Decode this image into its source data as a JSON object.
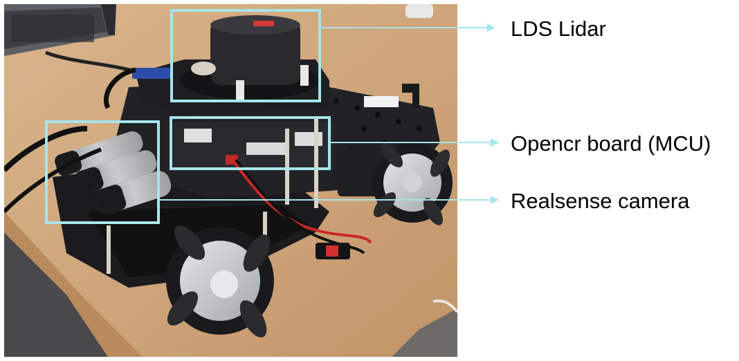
{
  "figure": {
    "labels": [
      {
        "id": "lidar",
        "text": "LDS Lidar"
      },
      {
        "id": "opencr",
        "text": "Opencr board (MCU)"
      },
      {
        "id": "realsense",
        "text": "Realsense camera"
      }
    ],
    "colors": {
      "highlight_box": "#a6e5ec",
      "leader_line": "#a6e5ec",
      "label_text": "#000000"
    }
  }
}
